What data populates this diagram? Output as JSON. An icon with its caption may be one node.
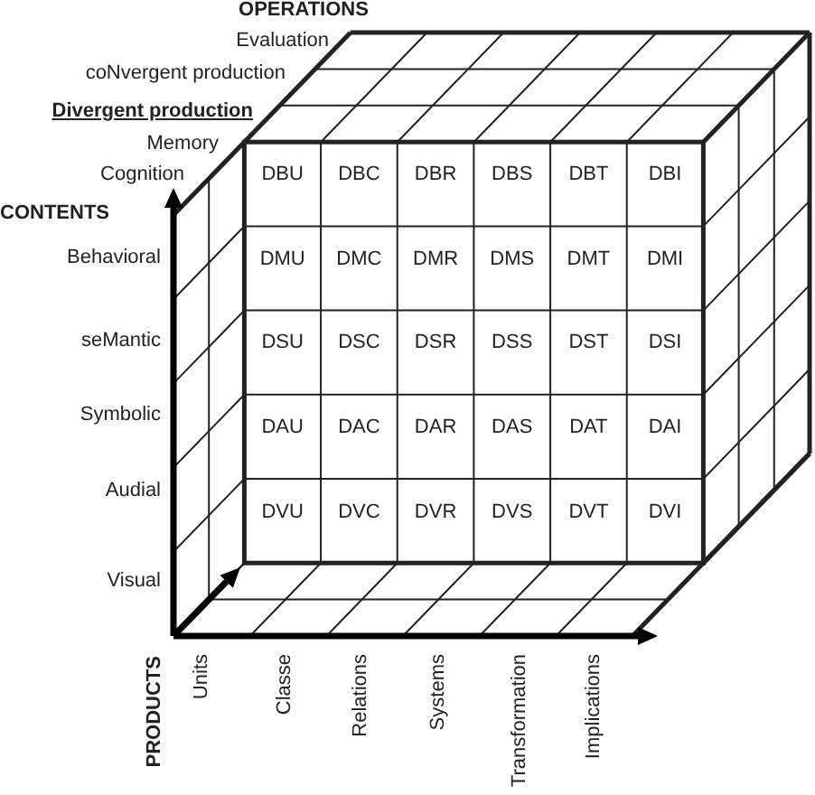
{
  "diagram": {
    "labels": [
      "OPERATIONS",
      "Evaluation",
      "coNvergent production",
      "Divergent production",
      "Memory",
      "Cognition",
      "CONTENTS",
      "Behavioral",
      "seMantic",
      "Symbolic",
      "Audial",
      "Visual",
      "DBU",
      "DBC",
      "DBR",
      "DBS",
      "DBT",
      "DBI",
      "DMU",
      "DMC",
      "DMR",
      "DMS",
      "DMT",
      "DMI",
      "DSU",
      "DSC",
      "DSR",
      "DSS",
      "DST",
      "DSI",
      "DAU",
      "DAC",
      "DAR",
      "DAS",
      "DAT",
      "DAI",
      "DVU",
      "DVC",
      "DVR",
      "DVS",
      "DVT",
      "DVI",
      "PRODUCTS",
      "Units",
      "Classe",
      "Relations",
      "Systems",
      "Transformation",
      "Implications"
    ]
  }
}
